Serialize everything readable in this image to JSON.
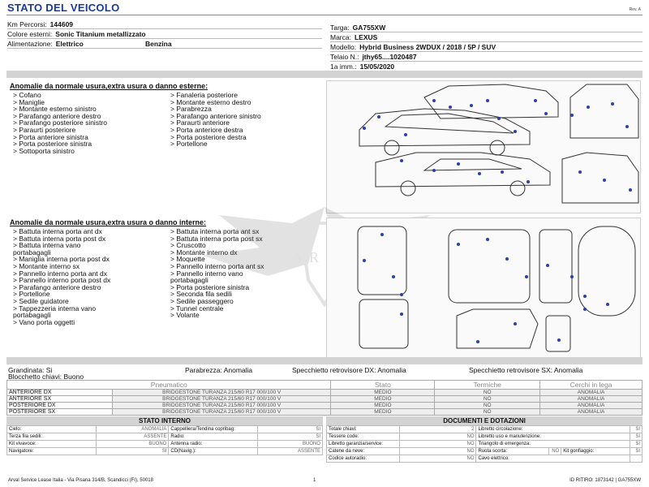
{
  "header": {
    "title": "STATO DEL VEICOLO",
    "rev": "Rev. A"
  },
  "vehicle_left": [
    {
      "label": "Km Percorsi:",
      "value": "144609"
    },
    {
      "label": "Colore esterni:",
      "value": "Sonic Titanium metallizzato"
    },
    {
      "label": "Alimentazione:",
      "value": "Elettrico",
      "value2": "Benzina"
    }
  ],
  "vehicle_right": [
    {
      "label": "Targa:",
      "value": "GA755XW"
    },
    {
      "label": "Marca:",
      "value": "LEXUS"
    },
    {
      "label": "Modello:",
      "value": "Hybrid Business 2WDUX / 2018 / 5P / SUV"
    },
    {
      "label": "Telaio N.:",
      "value": "jthy65....1020487"
    },
    {
      "label": "1a imm.:",
      "value": "15/05/2020"
    }
  ],
  "external": {
    "title": "Anomalie da normale usura,extra usura o danno esterne:",
    "col1": "> Cofano\n> Maniglie\n> Montante esterno sinistro\n> Parafango anteriore destro\n> Parafango posteriore sinistro\n> Paraurti posteriore\n> Porta anteriore sinistra\n> Porta posteriore sinistra\n> Sottoporta sinistro",
    "col2": "> Fanaleria posteriore\n> Montante esterno destro\n> Parabrezza\n> Parafango anteriore sinistro\n> Paraurti anteriore\n> Porta anteriore destra\n> Porta posteriore destra\n> Portellone"
  },
  "internal": {
    "title": "Anomalie da normale usura,extra usura o danno interne:",
    "col1": "> Battuta interna porta ant dx\n> Battuta interna porta post dx\n> Battuta interna vano\nportabagagli\n> Maniglia interna porta post dx\n> Montante interno sx\n> Pannello interno porta ant dx\n> Pannello interno porta post dx\n> Parafango anteriore destro\n> Portellone\n> Sedile guidatore\n> Tappezzeria interna vano\nportabagagli\n> Vano porta oggetti",
    "col2": "> Battuta interna porta ant sx\n> Battuta interna porta post sx\n> Cruscotto\n> Montante interno dx\n> Moquette\n> Pannello interno porta ant sx\n> Pannello interno vano\nportabagagli\n> Porta posteriore sinistra\n> Seconda fila sedili\n> Sedile passeggero\n> Tunnel centrale\n> Volante"
  },
  "watermark_text": "ARSBAD",
  "status": {
    "grandinata": "Grandinata: Si",
    "parabrezza": "Parabrezza: Anomalia",
    "specchietto_dx": "Specchietto retrovisore DX: Anomalia",
    "specchietto_sx": "Specchietto retrovisore SX: Anomalia",
    "blocchetto": "Blocchetto chiavi: Buono"
  },
  "tyres": {
    "headers": [
      "Pneumatico",
      "Stato",
      "Termiche",
      "Cerchi in lega"
    ],
    "rows": [
      {
        "pos": "ANTERIORE DX",
        "tyre": "BRIDGESTONE TURANZA 215/60 R17 000/100 V",
        "stato": "MEDIO",
        "termiche": "NO",
        "cerchi": "ANOMALIA"
      },
      {
        "pos": "ANTERIORE SX",
        "tyre": "BRIDGESTONE TURANZA 215/60 R17 000/100 V",
        "stato": "MEDIO",
        "termiche": "NO",
        "cerchi": "ANOMALIA"
      },
      {
        "pos": "POSTERIORE DX",
        "tyre": "BRIDGESTONE TURANZA 215/60 R17 000/100 V",
        "stato": "MEDIO",
        "termiche": "NO",
        "cerchi": "ANOMALIA"
      },
      {
        "pos": "POSTERIORE SX",
        "tyre": "BRIDGESTONE TURANZA 215/60 R17 000/100 V",
        "stato": "MEDIO",
        "termiche": "NO",
        "cerchi": "ANOMALIA"
      }
    ]
  },
  "stato_interno": {
    "title": "STATO INTERNO",
    "rows": [
      [
        "Cielo:",
        "ANOMALIA",
        "Cappelliera/Tendina copribag:",
        "SI"
      ],
      [
        "Terza fila sedili:",
        "ASSENTE",
        "Radio:",
        "SI"
      ],
      [
        "Kit vivavoce:",
        "BUONO",
        "Antenna radio:",
        "BUONO"
      ],
      [
        "Navigatore:",
        "SI",
        "CD(Navig.):",
        "ASSENTE"
      ]
    ]
  },
  "documenti": {
    "title": "DOCUMENTI E DOTAZIONI",
    "rows": [
      [
        "Totale chiavi:",
        "2",
        "Libretto circolazione:",
        "SI",
        "",
        ""
      ],
      [
        "Tessere code:",
        "NO",
        "Libretto uso e manutenzione:",
        "SI",
        "",
        ""
      ],
      [
        "Libretto garanzia/service:",
        "NO",
        "Triangolo di emergenza:",
        "SI",
        "",
        ""
      ],
      [
        "Catene da neve:",
        "NO",
        "Ruota scorta:",
        "NO",
        "Kit gonfiaggio:",
        "SI"
      ],
      [
        "Codice autoradio:",
        "NO",
        "Cavo elettrico:",
        "",
        "",
        ""
      ]
    ]
  },
  "footer": {
    "company": "Arval Service Lease Italia - Via Pisana 314/B, Scandicci (FI), 50018",
    "page": "1",
    "id": "ID RITIRO: 1873142 | GA755XW"
  },
  "colors": {
    "title": "#1a3a9a",
    "dot": "#2b3fb5",
    "band": "#d3d3d3"
  }
}
